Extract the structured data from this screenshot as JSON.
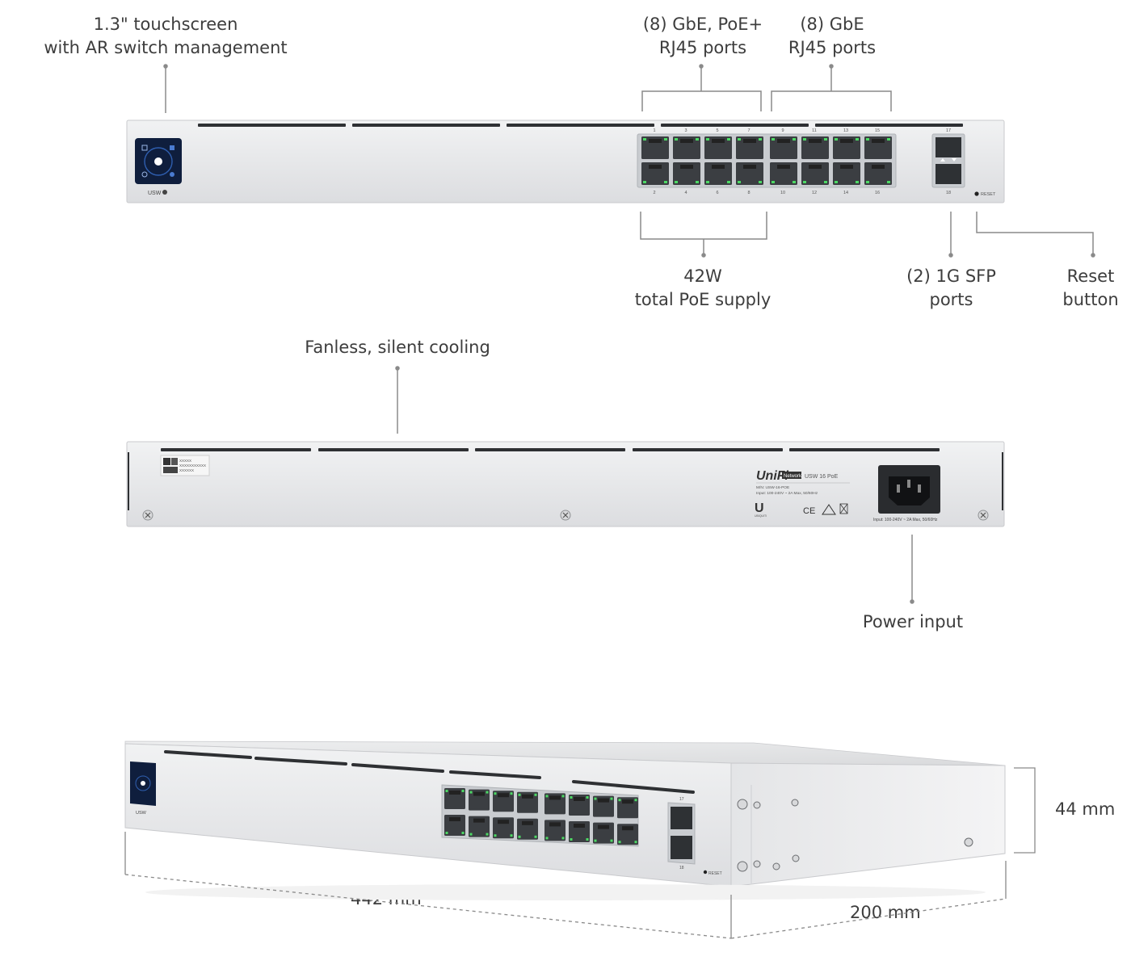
{
  "callouts": {
    "touchscreen": [
      "1.3\" touchscreen",
      "with AR switch management"
    ],
    "poe_ports": [
      "(8) GbE, PoE+",
      "RJ45 ports"
    ],
    "gbe_ports": [
      "(8) GbE",
      "RJ45 ports"
    ],
    "poe_supply": [
      "42W",
      "total PoE supply"
    ],
    "sfp_ports": [
      "(2) 1G SFP",
      "ports"
    ],
    "reset_button": [
      "Reset",
      "button"
    ],
    "cooling": [
      "Fanless, silent cooling"
    ],
    "power_input": [
      "Power input"
    ]
  },
  "dimensions": {
    "height": "44 mm",
    "width": "442 mm",
    "depth": "200 mm"
  },
  "device_labels": {
    "model_badge": "USW",
    "reset": "RESET",
    "port_top": [
      "1",
      "3",
      "5",
      "7",
      "9",
      "11",
      "13",
      "15"
    ],
    "port_bottom": [
      "2",
      "4",
      "6",
      "8",
      "10",
      "12",
      "14",
      "16"
    ],
    "sfp_top": "17",
    "sfp_bottom": "18",
    "brand": "UniFi",
    "brand_tag": "Network",
    "product": "USW 16 PoE",
    "model_line": "M/N: USW-16-POE",
    "input_line": "Input: 100-240V ~ 2A Max, 50/60Hz",
    "power_rating": "Input: 100-240V ~ 2A Max, 50/60Hz",
    "ubiquiti": "UBIQUITI",
    "serial_lines": [
      "XXXXX",
      "XXXXXXXXXXX",
      "XXXXXX"
    ],
    "ce_mark": "CE"
  },
  "colors": {
    "chassis": "#e9eaec",
    "chassis_edge": "#c9cacd",
    "port_dark": "#3b3e42",
    "led_green": "#4cd964",
    "touchscreen": "#0f1e3d",
    "leader_line": "#8a8a8a"
  }
}
